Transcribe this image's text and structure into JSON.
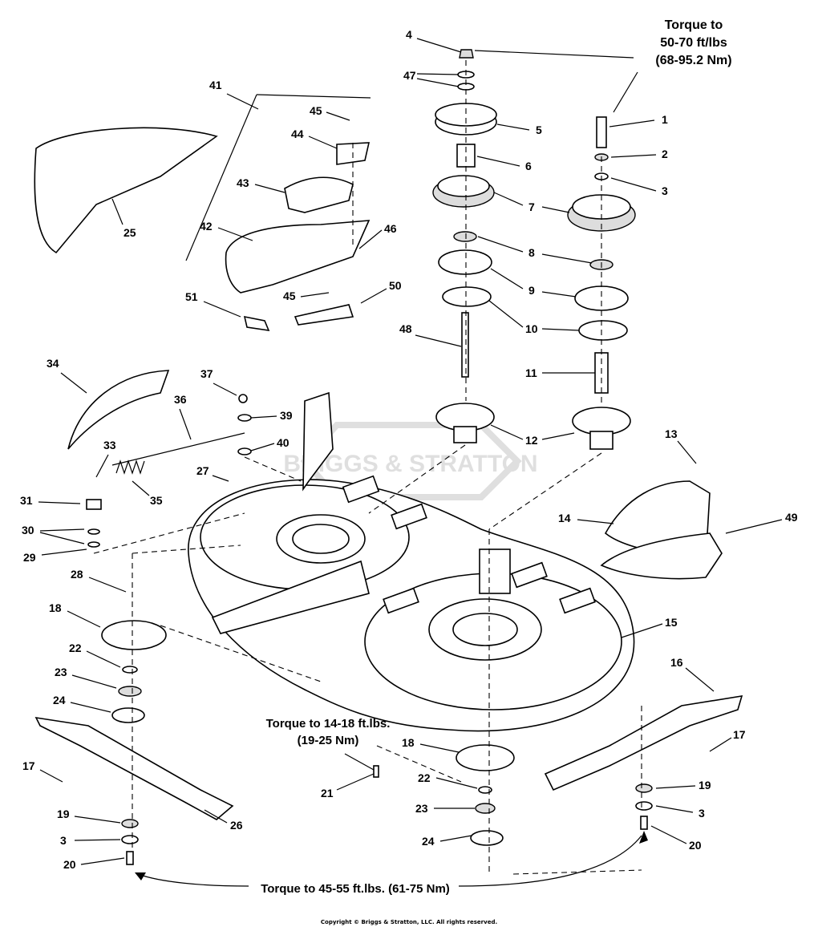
{
  "diagram": {
    "callouts": [
      "4",
      "47",
      "5",
      "6",
      "7",
      "8",
      "9",
      "10",
      "48",
      "12",
      "1",
      "2",
      "3",
      "11",
      "13",
      "14",
      "49",
      "15",
      "16",
      "17",
      "19",
      "3",
      "20",
      "18",
      "22",
      "23",
      "24",
      "21",
      "41",
      "45",
      "44",
      "43",
      "42",
      "46",
      "45",
      "50",
      "51",
      "25",
      "34",
      "36",
      "37",
      "39",
      "40",
      "33",
      "27",
      "35",
      "31",
      "30",
      "29",
      "28",
      "18",
      "22",
      "23",
      "24",
      "17",
      "26",
      "19",
      "3",
      "20"
    ],
    "notes": {
      "torque_top": [
        "Torque to",
        "50-70 ft/lbs",
        "(68-95.2 Nm)"
      ],
      "torque_mid": [
        "Torque to 14-18 ft.lbs.",
        "(19-25 Nm)"
      ],
      "torque_bottom": "Torque to 45-55 ft.lbs. (61-75 Nm)"
    },
    "watermark": "BRIGGS & STRATTON",
    "copyright": "Copyright © Briggs & Stratton, LLC. All rights reserved."
  }
}
